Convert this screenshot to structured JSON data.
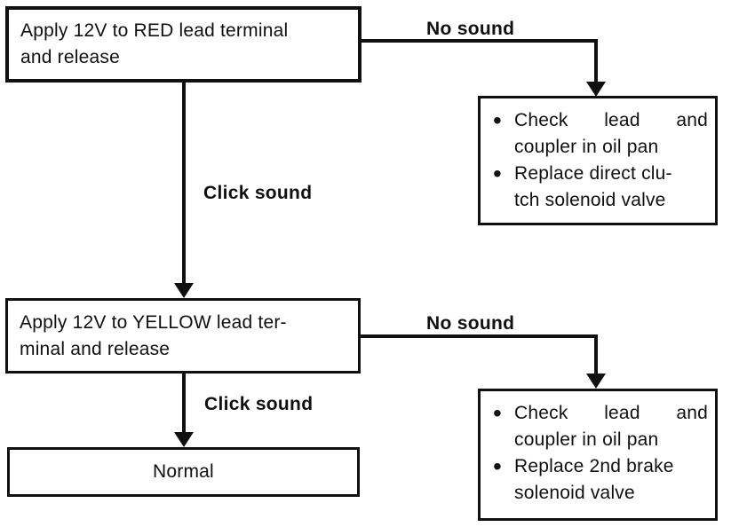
{
  "colors": {
    "ink": "#101010",
    "paper": "#ffffff"
  },
  "flowchart": {
    "step1": {
      "line1": "Apply 12V to RED lead terminal",
      "line2": "and release"
    },
    "no_sound_1": "No sound",
    "click_sound_1": "Click sound",
    "result1": {
      "bullet": "•",
      "item1": {
        "line1": "Check lead and",
        "line2": "coupler in oil pan"
      },
      "item2": {
        "line1": "Replace direct clu-",
        "line2": "tch solenoid valve"
      }
    },
    "step2": {
      "line1": "Apply 12V to YELLOW lead ter-",
      "line2": "minal and release"
    },
    "no_sound_2": "No sound",
    "click_sound_2": "Click sound",
    "result2": {
      "bullet": "•",
      "item1": {
        "line1": "Check lead and",
        "line2": "coupler in oil pan"
      },
      "item2": {
        "line1": "Replace 2nd brake",
        "line2": "solenoid valve"
      }
    },
    "normal": "Normal"
  }
}
